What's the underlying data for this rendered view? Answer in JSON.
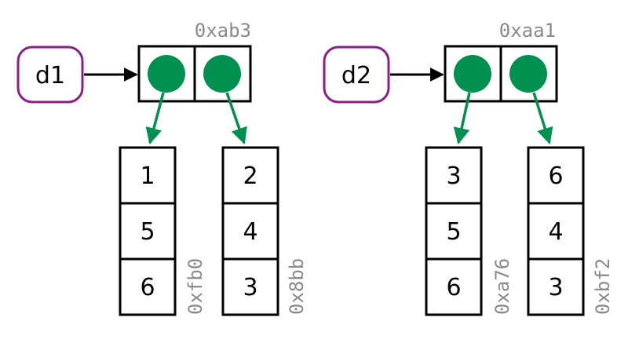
{
  "colors": {
    "variable_border": "#8b1e8b",
    "pointer": "#009150",
    "box_border": "#000000",
    "address_text": "#8a8a8a",
    "background": "#ffffff"
  },
  "icons": {
    "pointer_dot": "filled-circle",
    "pointer_arrow": "arrow"
  },
  "groups": [
    {
      "variable": "d1",
      "container_address": "0xab3",
      "vectors": [
        {
          "address": "0xfb0",
          "values": [
            "1",
            "5",
            "6"
          ]
        },
        {
          "address": "0x8bb",
          "values": [
            "2",
            "4",
            "3"
          ]
        }
      ]
    },
    {
      "variable": "d2",
      "container_address": "0xaa1",
      "vectors": [
        {
          "address": "0xa76",
          "values": [
            "3",
            "5",
            "6"
          ]
        },
        {
          "address": "0xbf2",
          "values": [
            "6",
            "4",
            "3"
          ]
        }
      ]
    }
  ]
}
